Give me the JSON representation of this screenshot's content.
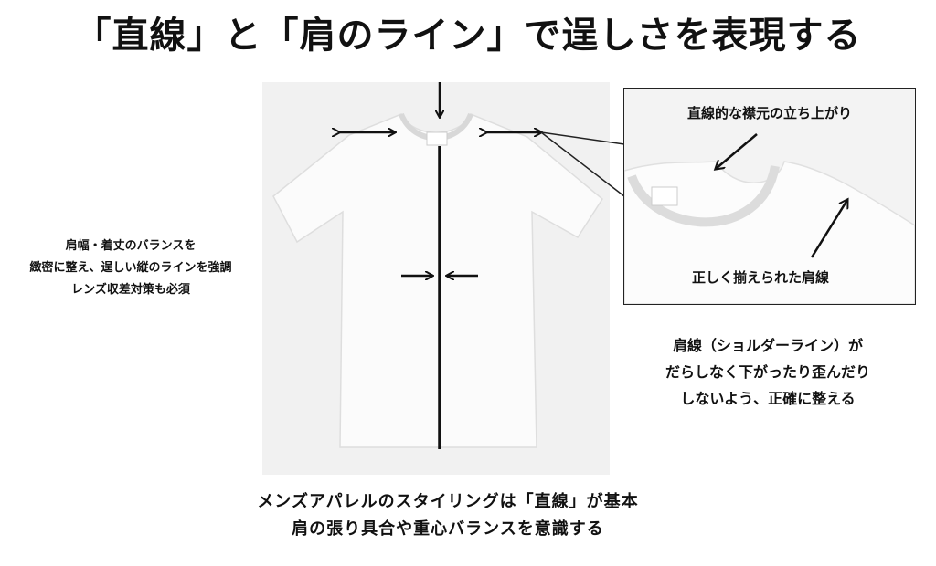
{
  "title": "「直線」と「肩のライン」で逞しさを表現する",
  "left_caption": [
    "肩幅・着丈のバランスを",
    "緻密に整え、逞しい縦のラインを強調",
    "レンズ収差対策も必須"
  ],
  "inset": {
    "top_label": "直線的な襟元の立ち上がり",
    "bottom_label": "正しく揃えられた肩線"
  },
  "right_caption": [
    "肩線（ショルダーライン）が",
    "だらしなく下がったり歪んだり",
    "しないよう、正確に整える"
  ],
  "bottom_caption": [
    "メンズアパレルのスタイリングは「直線」が基本",
    "肩の張り具合や重心バランスを意識する"
  ],
  "colors": {
    "background": "#ffffff",
    "photo_bg": "#f1f1f1",
    "ink": "#111111"
  }
}
